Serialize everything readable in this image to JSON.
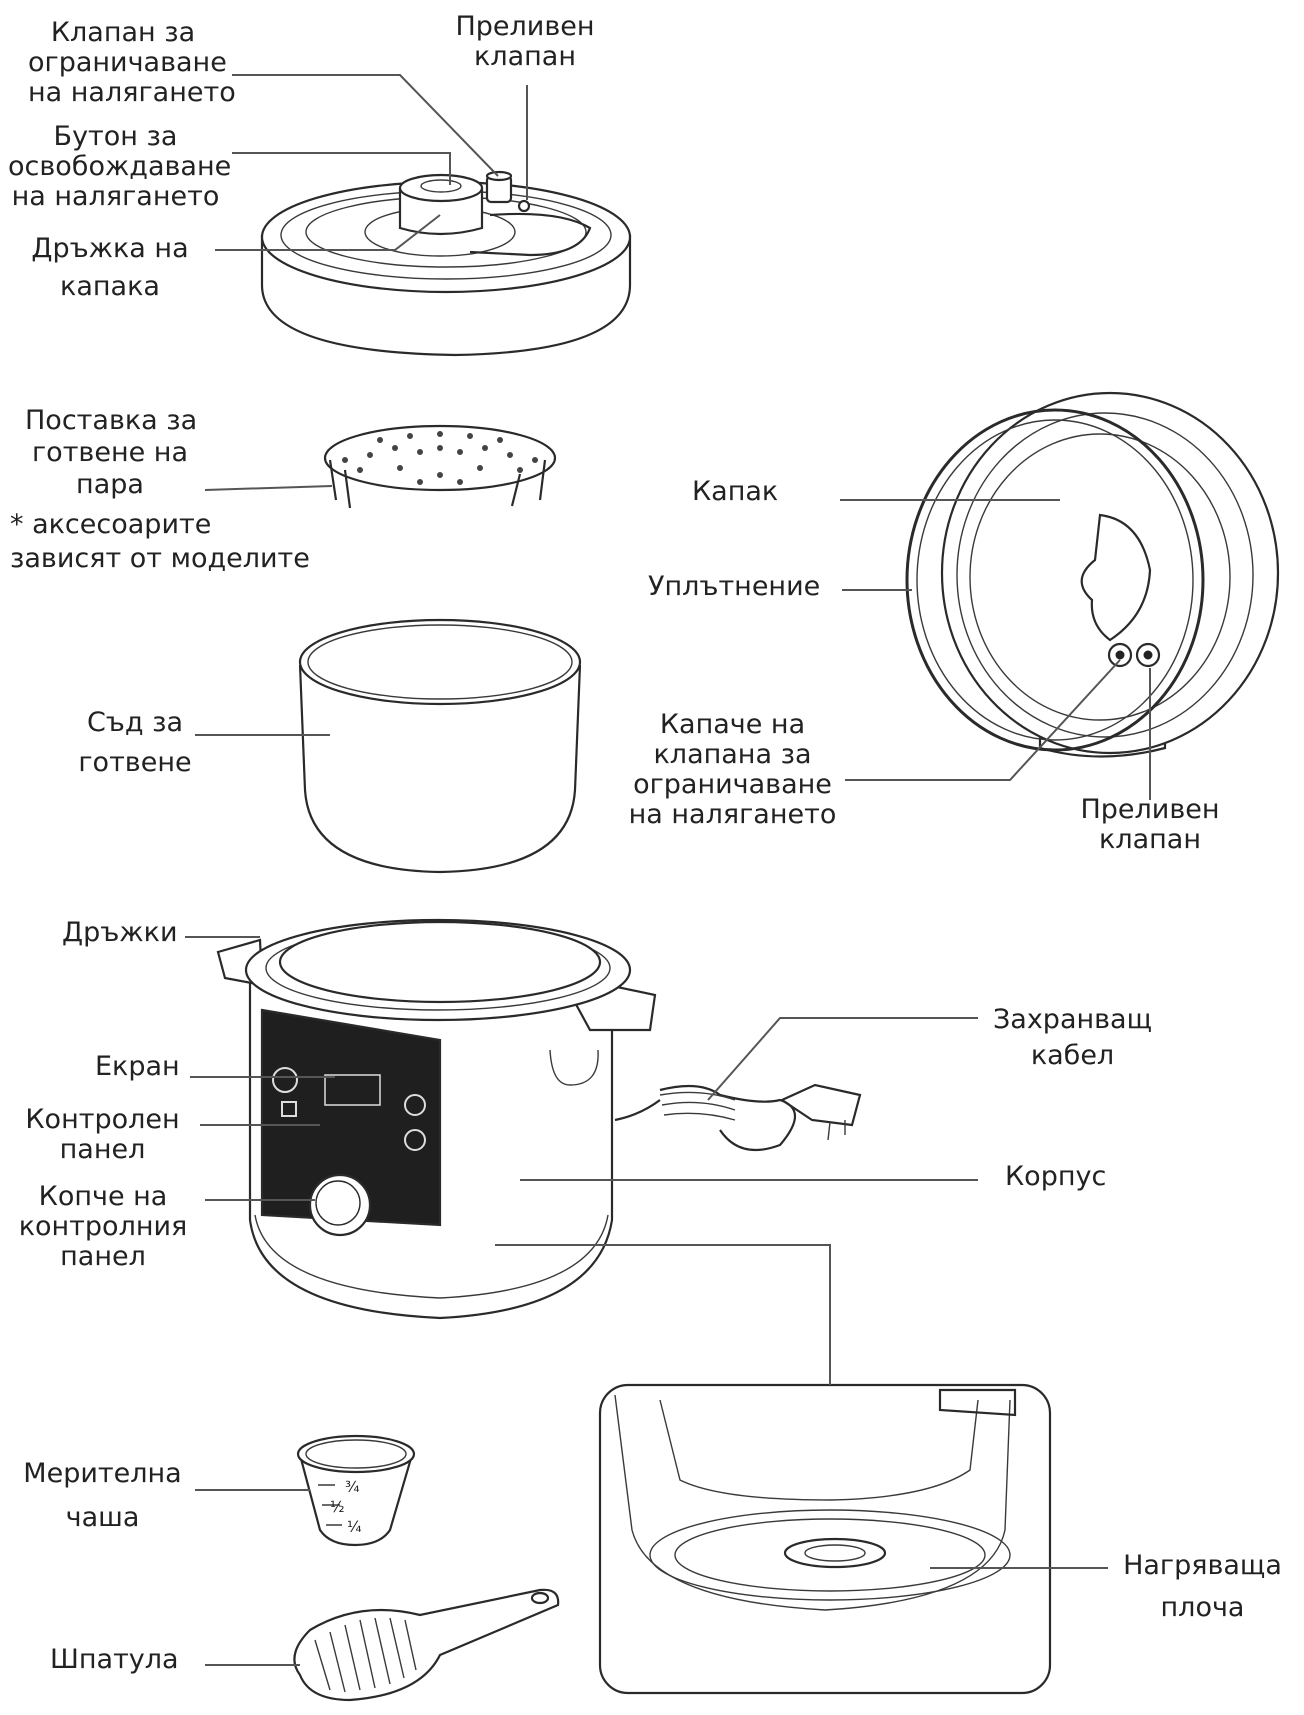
{
  "labels": {
    "limit_valve": [
      "Клапан за",
      "ограничаване",
      "на налягането"
    ],
    "overflow_valve_top": [
      "Преливен",
      "клапан"
    ],
    "release_button": [
      "Бутон за",
      "освобождаване",
      "на налягането"
    ],
    "lid_handle": [
      "Дръжка на",
      "капака"
    ],
    "steam_rack": [
      "Поставка за",
      "готвене на",
      "пара"
    ],
    "accessories_note": [
      "* аксесоарите",
      "зависят от моделите"
    ],
    "cooking_pot": [
      "Съд за",
      "готвене"
    ],
    "lid": "Капак",
    "seal": "Уплътнение",
    "valve_cap": [
      "Капаче на",
      "клапана за",
      "ограничаване",
      "на налягането"
    ],
    "overflow_valve_side": [
      "Преливен",
      "клапан"
    ],
    "handles": "Дръжки",
    "screen": "Екран",
    "control_panel": [
      "Контролен",
      "панел"
    ],
    "control_knob": [
      "Копче на",
      "контролния",
      "панел"
    ],
    "power_cable": [
      "Захранващ",
      "кабел"
    ],
    "body": "Корпус",
    "heating_plate": [
      "Нагряваща",
      "плоча"
    ],
    "measuring_cup": [
      "Мерителна",
      "чаша"
    ],
    "spatula": "Шпатула"
  },
  "cup_marks": [
    "¾",
    "½",
    "¼"
  ],
  "colors": {
    "line": "#555555",
    "outline": "#2a2a2a",
    "panel": "#1f1f1f",
    "text": "#222222"
  }
}
